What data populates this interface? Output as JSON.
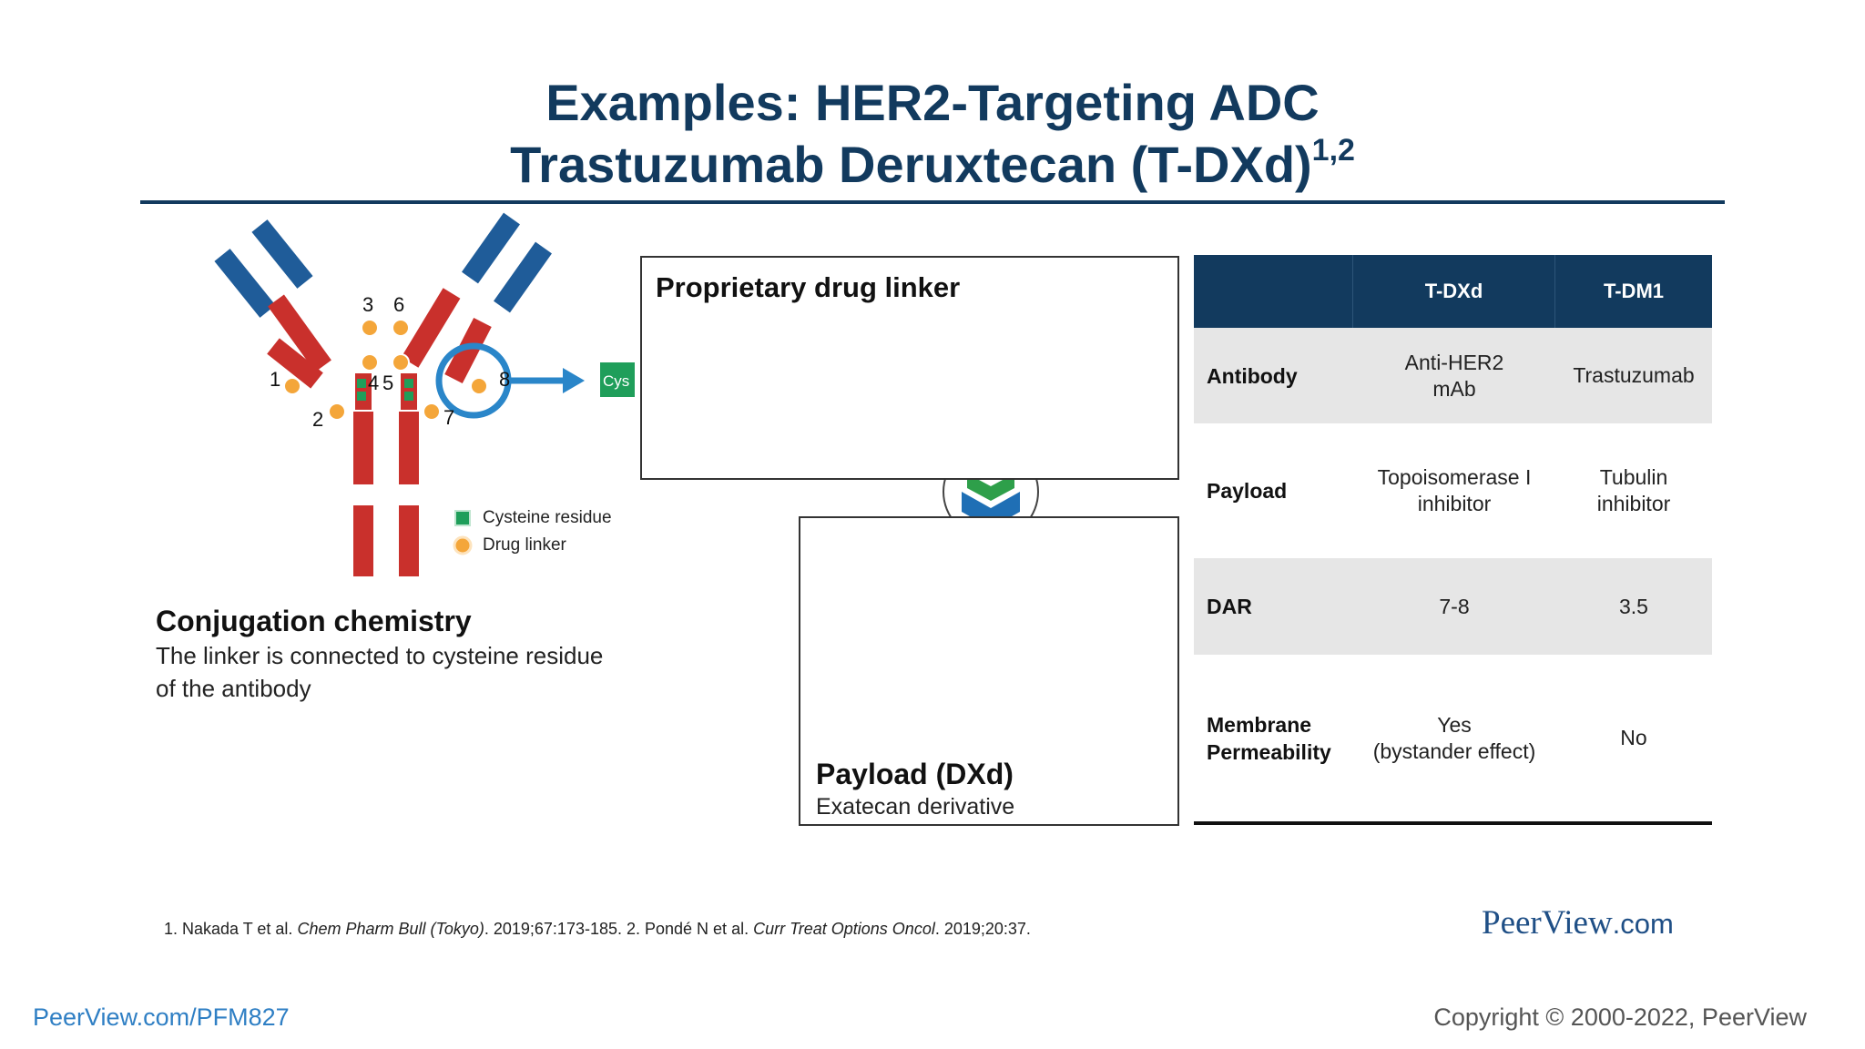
{
  "slide": {
    "title_line1": "Examples: HER2-Targeting ADC",
    "title_line2": "Trastuzumab Deruxtecan (T-DXd)",
    "title_refs": "1,2"
  },
  "antibody_diagram": {
    "site_labels": [
      "1",
      "2",
      "3",
      "4",
      "5",
      "6",
      "7",
      "8"
    ],
    "linker_tag": "Cys",
    "legend": {
      "cysteine": "Cysteine residue",
      "drug_linker": "Drug linker"
    },
    "colors": {
      "heavy_chain": "#c9302c",
      "light_chain": "#1f5c99",
      "cysteine": "#1f9e5a",
      "drug_linker": "#f4a63a",
      "highlight": "#2a86c9"
    }
  },
  "conjugation": {
    "heading": "Conjugation chemistry",
    "text": "The linker is connected to cysteine residue of the antibody"
  },
  "linker_box": {
    "title": "Proprietary drug linker"
  },
  "payload_box": {
    "title": "Payload (DXd)",
    "subtitle": "Exatecan derivative"
  },
  "comparison_table": {
    "columns": [
      "",
      "T-DXd",
      "T-DM1"
    ],
    "rows": [
      {
        "label": "Antibody",
        "t_dxd": [
          "Anti-HER2",
          "mAb"
        ],
        "t_dm1": [
          "Trastuzumab"
        ]
      },
      {
        "label": "Payload",
        "t_dxd": [
          "Topoisomerase I",
          "inhibitor"
        ],
        "t_dm1": [
          "Tubulin",
          "inhibitor"
        ]
      },
      {
        "label": "DAR",
        "t_dxd": [
          "7-8"
        ],
        "t_dm1": [
          "3.5"
        ]
      },
      {
        "label": [
          "Membrane",
          "Permeability"
        ],
        "t_dxd": [
          "Yes",
          "(bystander effect)"
        ],
        "t_dm1": [
          "No"
        ]
      }
    ]
  },
  "footer": {
    "ref1_author": "1. Nakada T et al.",
    "ref1_journal": "Chem Pharm Bull (Tokyo)",
    "ref1_detail": ". 2019;67:173-185. 2. Pondé N et al.",
    "ref2_journal": "Curr Treat Options Oncol",
    "ref2_detail": ". 2019;20:37.",
    "brand_name": "PeerView",
    "brand_suffix": ".com",
    "url": "PeerView.com/PFM827",
    "copyright": "Copyright © 2000-2022, PeerView"
  }
}
